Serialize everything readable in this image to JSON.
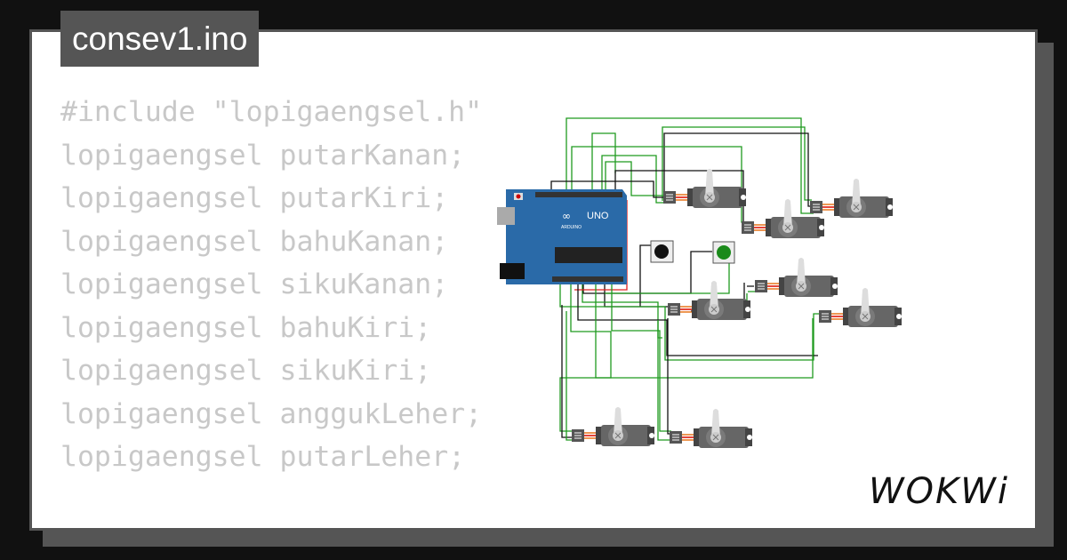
{
  "file_title": "consev1.ino",
  "code_lines": [
    "#include \"lopigaengsel.h\"",
    "lopigaengsel putarKanan;",
    "lopigaengsel putarKiri;",
    "lopigaengsel bahuKanan;",
    "lopigaengsel sikuKanan;",
    "lopigaengsel bahuKiri;",
    "lopigaengsel sikuKiri;",
    "lopigaengsel anggukLeher;",
    "lopigaengsel putarLeher;"
  ],
  "arduino": {
    "model": "UNO",
    "brand": "ARDUINO"
  },
  "logo_text": "WOKWi",
  "colors": {
    "board": "#2a6aa8",
    "wire_green": "#1f9a1f",
    "wire_black": "#111111",
    "wire_red": "#e02020",
    "panel_border": "#555555"
  }
}
